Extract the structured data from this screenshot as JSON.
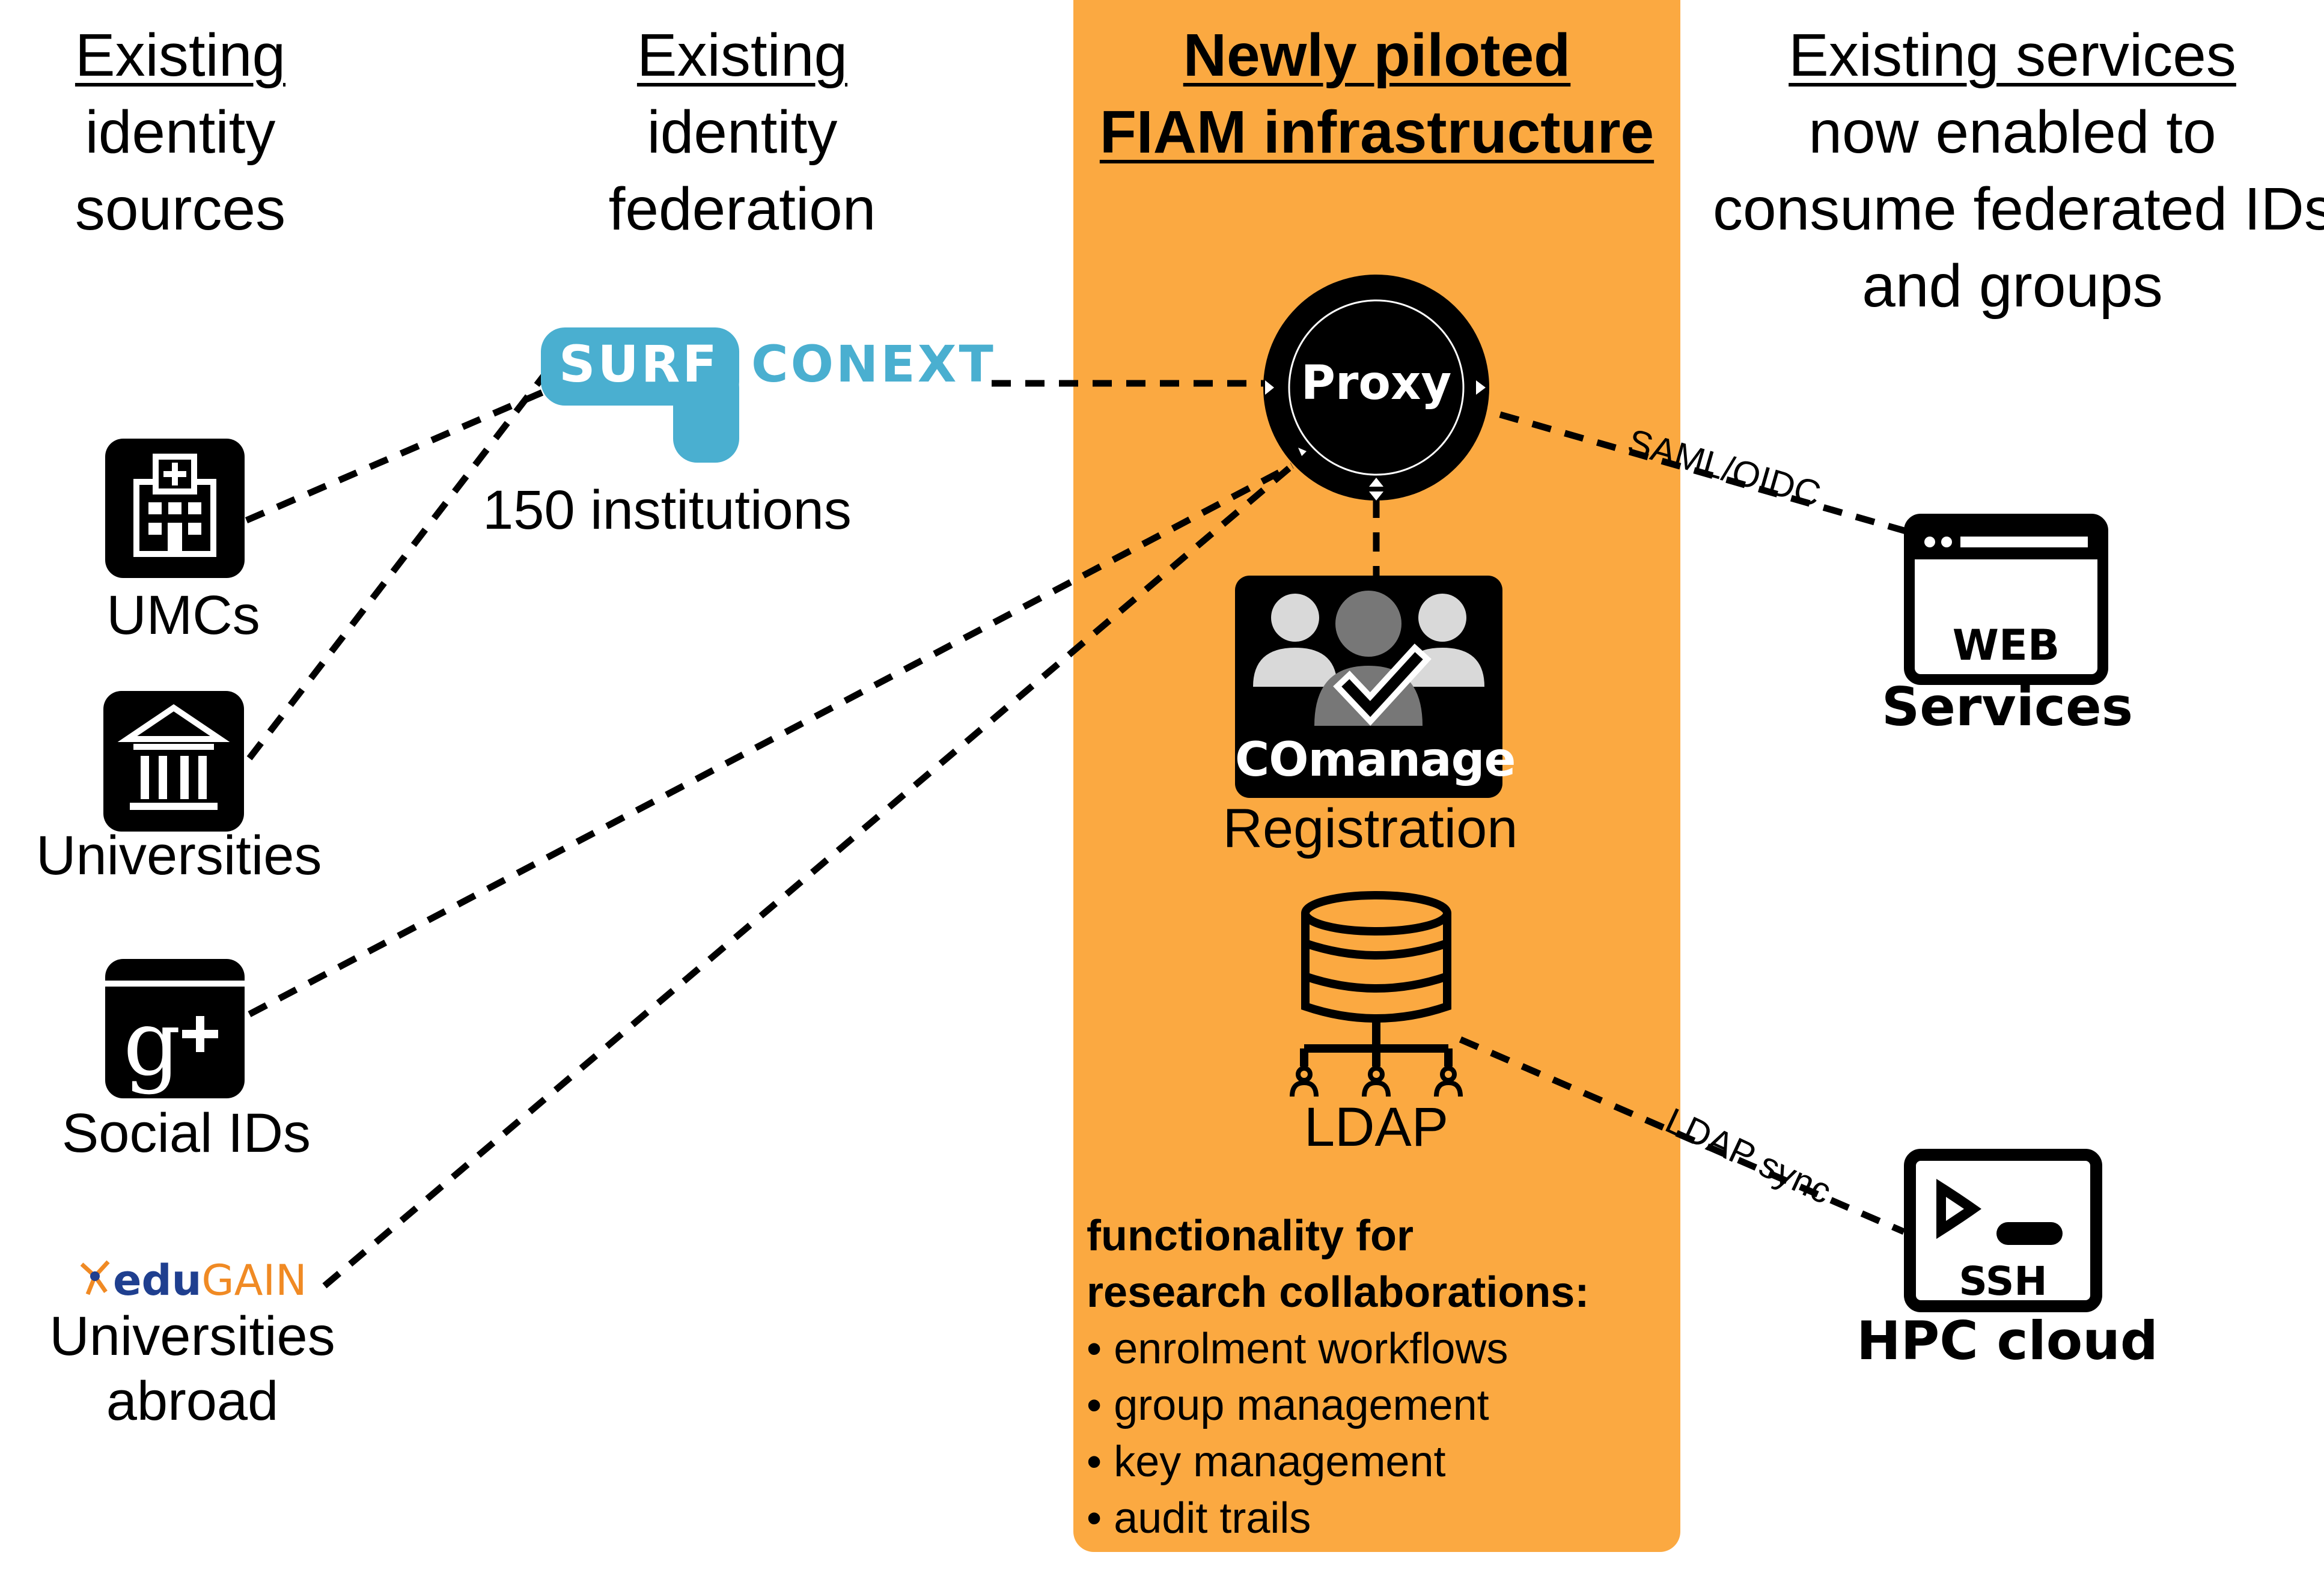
{
  "columns": {
    "identity_sources": {
      "title": "Existing",
      "line2": "identity",
      "line3": "sources"
    },
    "identity_federation": {
      "title": "Existing",
      "line2": "identity",
      "line3": "federation"
    },
    "fiam": {
      "title": "Newly piloted",
      "line2": "FIAM infrastructure"
    },
    "services": {
      "title": "Existing services",
      "line2": "now enabled to",
      "line3": "consume federated IDs",
      "line4": "and groups"
    }
  },
  "sources": {
    "umcs": "UMCs",
    "universities": "Universities",
    "social": "Social IDs",
    "abroad_line1": "Universities",
    "abroad_line2": "abroad",
    "edugain_logo": {
      "edu": "edu",
      "gain": "GAIN"
    }
  },
  "federation": {
    "logo_surf": "SURF",
    "logo_conext": "CONEXT",
    "count": "150 institutions"
  },
  "fiam": {
    "proxy": "Proxy",
    "comanage_logo": "COmanage",
    "registration": "Registration",
    "ldap": "LDAP",
    "functionality_heading1": "functionality for",
    "functionality_heading2": "research collaborations:",
    "functionality_items": [
      "• enrolment workflows",
      "• group management",
      "• key management",
      "• audit trails"
    ]
  },
  "services": {
    "web_icon_text": "WEB",
    "web_label": "Services",
    "ssh_icon_text": "SSH",
    "hpc_label": "HPC cloud",
    "saml_link": "SAML/OIDC",
    "ldap_link": "LDAP sync"
  },
  "icons": {
    "umcs": "hospital-icon",
    "universities": "university-building-icon",
    "social": "google-plus-icon",
    "proxy": "proxy-circle-icon",
    "comanage": "user-group-check-icon",
    "ldap": "database-icon",
    "web": "browser-window-icon",
    "ssh": "terminal-icon"
  },
  "colors": {
    "fiam_band": "#fba941",
    "surfconext": "#4aafd0",
    "edugain_blue": "#1f3f8f",
    "edugain_orange": "#f08a24"
  }
}
